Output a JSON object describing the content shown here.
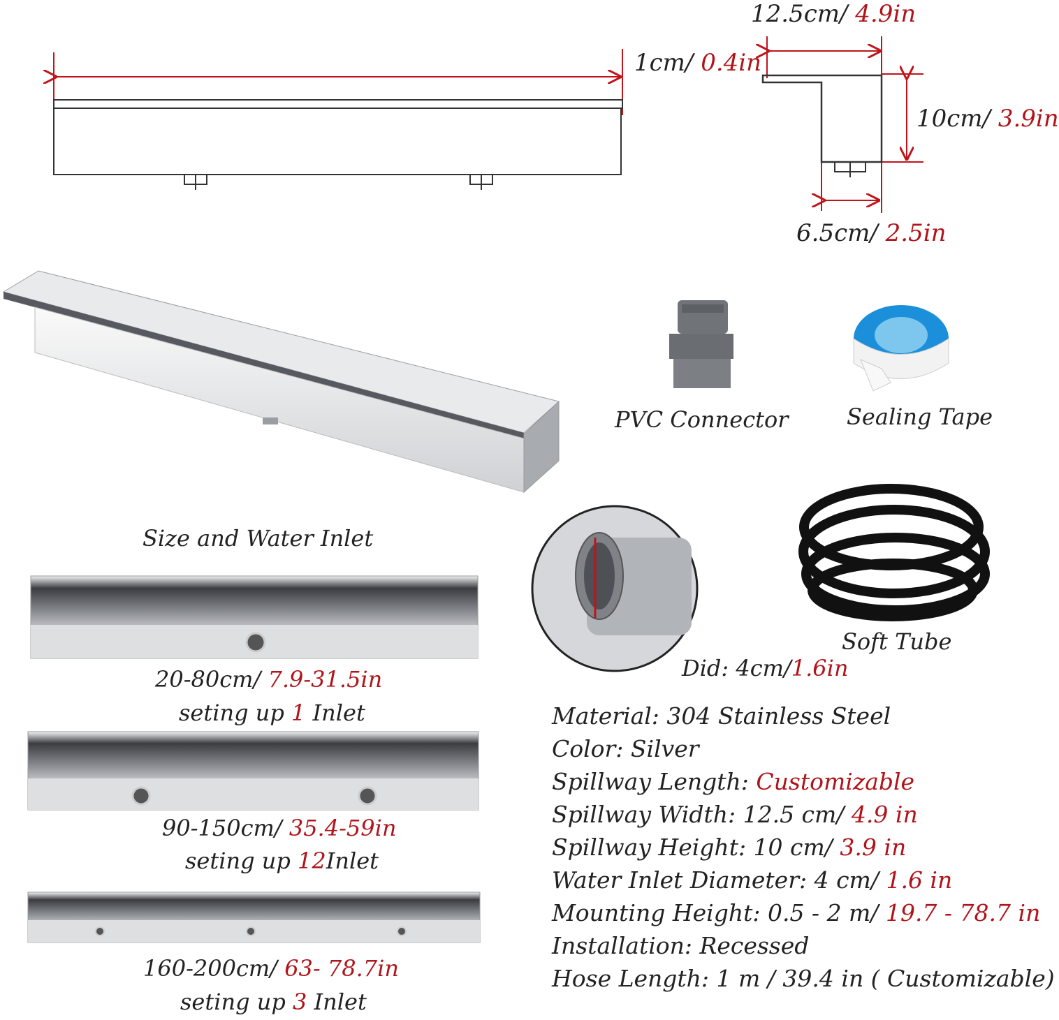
{
  "dims": {
    "width_label": "12.5cm/ ",
    "width_label_in": "4.9in",
    "lip_label": "1cm/ ",
    "lip_label_in": "0.4in",
    "height_label": "10cm/ ",
    "height_label_in": "3.9in",
    "bottom_label": "6.5cm/ ",
    "bottom_label_in": "2.5in"
  },
  "accessories": {
    "connector": "PVC Connector",
    "tape": "Sealing Tape",
    "tube": "Soft Tube",
    "did": "Did: 4cm/",
    "did_in": "1.6in"
  },
  "section_title": "Size and Water Inlet",
  "variants": [
    {
      "size": "20-80cm/ ",
      "size_in": "7.9-31.5in",
      "setup_prefix": "seting up ",
      "count": "1",
      "setup_suffix": " Inlet"
    },
    {
      "size": "90-150cm/ ",
      "size_in": "35.4-59in",
      "setup_prefix": "seting up ",
      "count": "12",
      "setup_suffix": "Inlet"
    },
    {
      "size": "160-200cm/ ",
      "size_in": "63- 78.7in",
      "setup_prefix": "seting up ",
      "count": "3",
      "setup_suffix": " Inlet"
    }
  ],
  "specs": [
    {
      "label": "Material: 304 Stainless Steel",
      "value": ""
    },
    {
      "label": "Color: Silver",
      "value": ""
    },
    {
      "label": "Spillway Length: ",
      "value": "Customizable"
    },
    {
      "label": "Spillway Width: 12.5 cm/ ",
      "value": "4.9 in"
    },
    {
      "label": "Spillway Height: 10 cm/ ",
      "value": "3.9 in"
    },
    {
      "label": "Water Inlet Diameter: 4 cm/ ",
      "value": "1.6 in"
    },
    {
      "label": "Mounting Height: 0.5 - 2 m/ ",
      "value": "19.7 - 78.7 in"
    },
    {
      "label": "Installation: Recessed",
      "value": ""
    },
    {
      "label": "Hose Length: 1 m / 39.4 in ( Customizable)",
      "value": ""
    }
  ],
  "colors": {
    "accent": "#b0141a",
    "text": "#222222",
    "steel": "#b9bcc0"
  }
}
